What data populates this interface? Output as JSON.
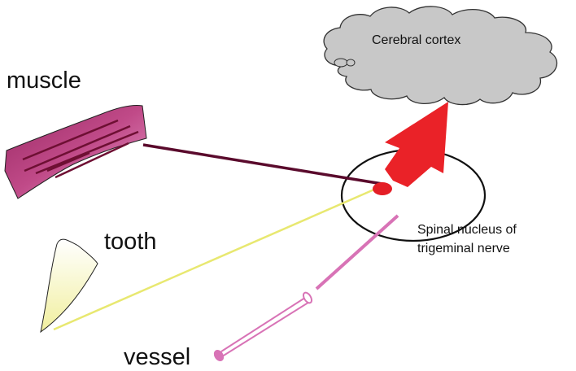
{
  "labels": {
    "cortex": "Cerebral cortex",
    "muscle": "muscle",
    "tooth": "tooth",
    "vessel": "vessel",
    "nucleus_line1": "Spinal nucleus of",
    "nucleus_line2": "trigeminal nerve"
  },
  "colors": {
    "cloud_fill": "#c8c8c8",
    "muscle_fill": "#b8407e",
    "muscle_line": "#5a0a2c",
    "tooth_fill": "#f3f0b8",
    "tooth_line": "#e8e870",
    "vessel": "#d873b6",
    "nucleus_dot": "#e41e26",
    "arrow": "#ea2228"
  }
}
